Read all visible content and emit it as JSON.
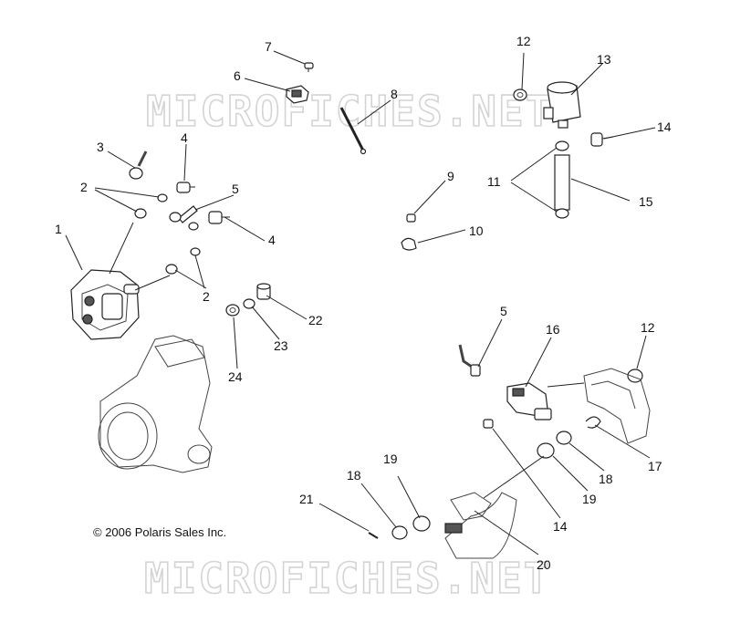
{
  "watermark": "MICROFICHES.NET",
  "copyright": "© 2006 Polaris Sales Inc.",
  "callouts": {
    "c1": "1",
    "c2a": "2",
    "c2b": "2",
    "c3": "3",
    "c4a": "4",
    "c4b": "4",
    "c5a": "5",
    "c5b": "5",
    "c6": "6",
    "c7": "7",
    "c8": "8",
    "c9": "9",
    "c10": "10",
    "c11": "11",
    "c12a": "12",
    "c12b": "12",
    "c13": "13",
    "c14a": "14",
    "c14b": "14",
    "c15": "15",
    "c16": "16",
    "c17": "17",
    "c18a": "18",
    "c18b": "18",
    "c19a": "19",
    "c19b": "19",
    "c20": "20",
    "c21": "21",
    "c22": "22",
    "c23": "23",
    "c24": "24"
  }
}
